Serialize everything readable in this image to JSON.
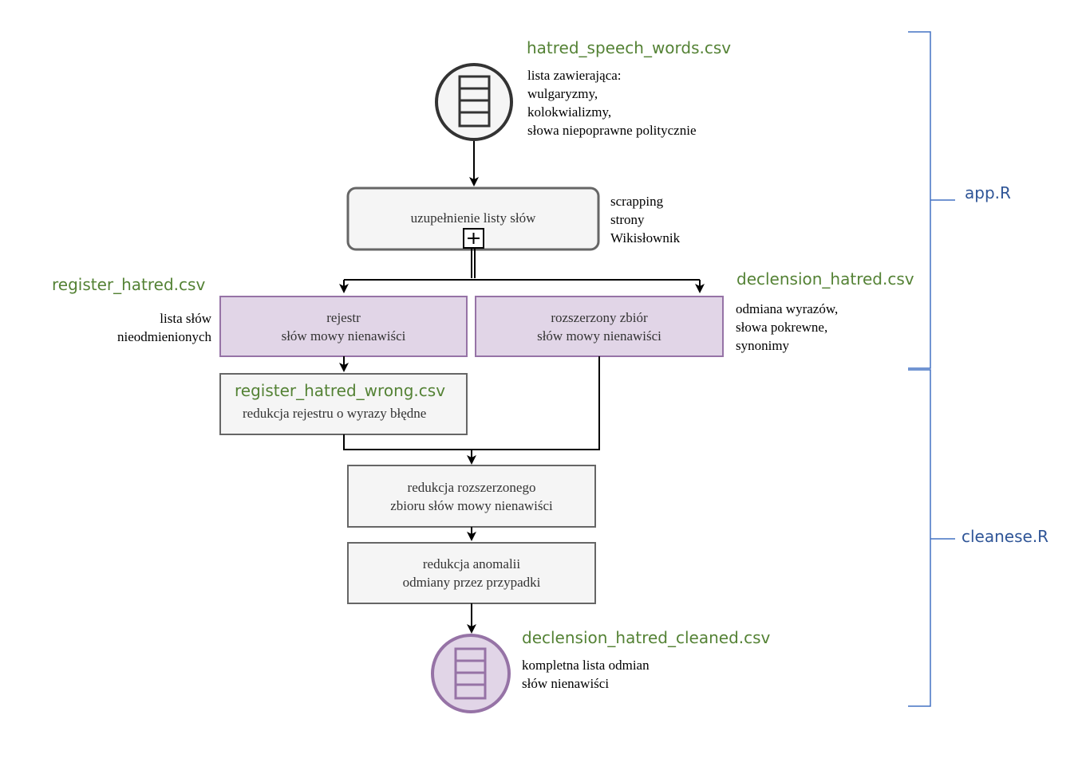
{
  "colors": {
    "file_green": "#548235",
    "module_blue": "#2F5597",
    "brace_blue": "#4472C4",
    "purple_fill": "#E1D5E7",
    "purple_stroke": "#9673A6",
    "gray_fill": "#F5F5F5",
    "gray_stroke": "#666666"
  },
  "input_file": {
    "name": "hatred_speech_words.csv",
    "desc": [
      "lista zawierająca:",
      "wulgaryzmy,",
      "kolokwializmy,",
      "słowa niepoprawne politycznie"
    ],
    "icon": "list-document-icon"
  },
  "supplement": {
    "label": "uzupełnienie listy słów",
    "note": [
      "scrapping",
      "strony",
      "Wikisłownik"
    ],
    "icon": "plus-icon"
  },
  "register": {
    "file": "register_hatred.csv",
    "note": [
      "lista słów",
      "nieodmienionych"
    ],
    "label": [
      "rejestr",
      "słów mowy nienawiści"
    ]
  },
  "declension": {
    "file": "declension_hatred.csv",
    "note": [
      "odmiana wyrazów,",
      "słowa pokrewne,",
      "synonimy"
    ],
    "label": [
      "rozszerzony zbiór",
      "słów mowy nienawiści"
    ]
  },
  "register_wrong": {
    "file": "register_hatred_wrong.csv",
    "label": "redukcja rejestru o wyrazy błędne"
  },
  "reduction_extended": {
    "label": [
      "redukcja rozszerzonego",
      "zbioru słów mowy nienawiści"
    ]
  },
  "reduction_anomalies": {
    "label": [
      "redukcja anomalii",
      "odmiany przez przypadki"
    ]
  },
  "output_file": {
    "name": "declension_hatred_cleaned.csv",
    "desc": [
      "kompletna lista odmian",
      "słów nienawiści"
    ],
    "icon": "list-document-icon"
  },
  "modules": {
    "app": "app.R",
    "cleanese": "cleanese.R"
  }
}
